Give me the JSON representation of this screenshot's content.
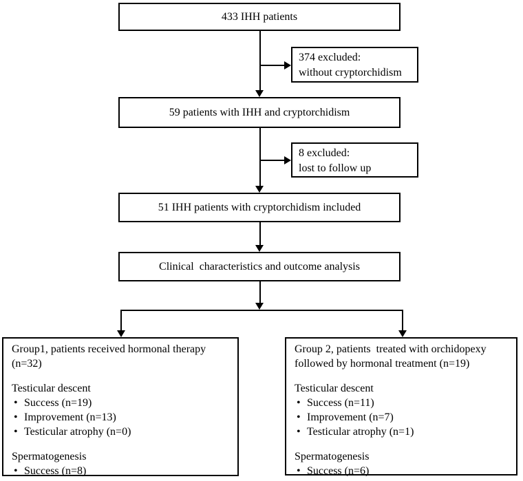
{
  "colors": {
    "line": "#000000",
    "background": "#ffffff",
    "text": "#000000"
  },
  "glyphs": {
    "bullet": "•"
  },
  "flow": {
    "top_box": "433 IHH patients",
    "excluded_1": {
      "line1": "374 excluded:",
      "line2": "without cryptorchidism"
    },
    "cohort_box": "59 patients with IHH and cryptorchidism",
    "excluded_2": {
      "line1": "8 excluded:",
      "line2": "lost to follow up"
    },
    "included_box": "51 IHH patients with cryptorchidism included",
    "analysis_box": "Clinical  characteristics and outcome analysis",
    "group1": {
      "title_line1": "Group1, patients received hormonal therapy",
      "title_line2": "(n=32)",
      "descent_heading": "Testicular descent",
      "descent_items": [
        "Success (n=19)",
        "Improvement (n=13)",
        "Testicular atrophy (n=0)"
      ],
      "sperm_heading": "Spermatogenesis",
      "sperm_items": [
        "Success (n=8)"
      ]
    },
    "group2": {
      "title_line1": "Group 2, patients  treated with orchidopexy",
      "title_line2": "followed by hormonal treatment (n=19)",
      "descent_heading": "Testicular descent",
      "descent_items": [
        "Success (n=11)",
        "Improvement (n=7)",
        "Testicular atrophy (n=1)"
      ],
      "sperm_heading": "Spermatogenesis",
      "sperm_items": [
        "Success (n=6)"
      ]
    }
  }
}
